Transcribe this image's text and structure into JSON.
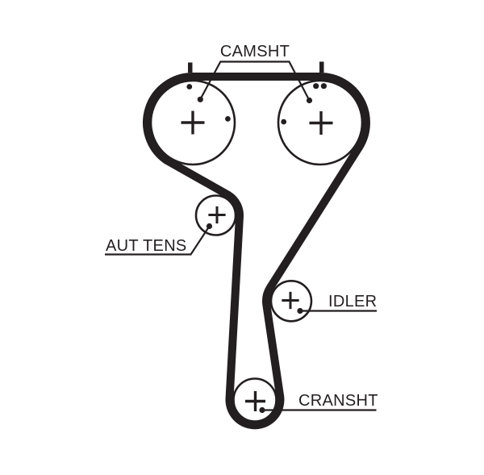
{
  "page": {
    "background": "#ffffff"
  },
  "diagram": {
    "type": "timing-belt-routing",
    "ink_color": "#231f20",
    "belt_color": "#231f20",
    "labels": {
      "camshaft": "CAMSHT",
      "auto_tensioner": "AUT TENS",
      "idler": "IDLER",
      "crankshaft": "CRANSHT"
    },
    "pulleys": [
      {
        "name": "camshaft-pulley-left",
        "label": "CAMSHT",
        "center_mark": "+",
        "timing_dots": 2,
        "alignment_tick": true
      },
      {
        "name": "camshaft-pulley-right",
        "label": "CAMSHT",
        "center_mark": "+",
        "timing_dots": 3,
        "alignment_tick": true
      },
      {
        "name": "auto-tensioner-pulley",
        "label": "AUT TENS",
        "center_mark": "+",
        "timing_dots": 0,
        "alignment_tick": false
      },
      {
        "name": "idler-pulley",
        "label": "IDLER",
        "center_mark": "+",
        "timing_dots": 0,
        "alignment_tick": false
      },
      {
        "name": "crankshaft-pulley",
        "label": "CRANSHT",
        "center_mark": "+",
        "timing_dots": 0,
        "alignment_tick": false
      }
    ]
  }
}
